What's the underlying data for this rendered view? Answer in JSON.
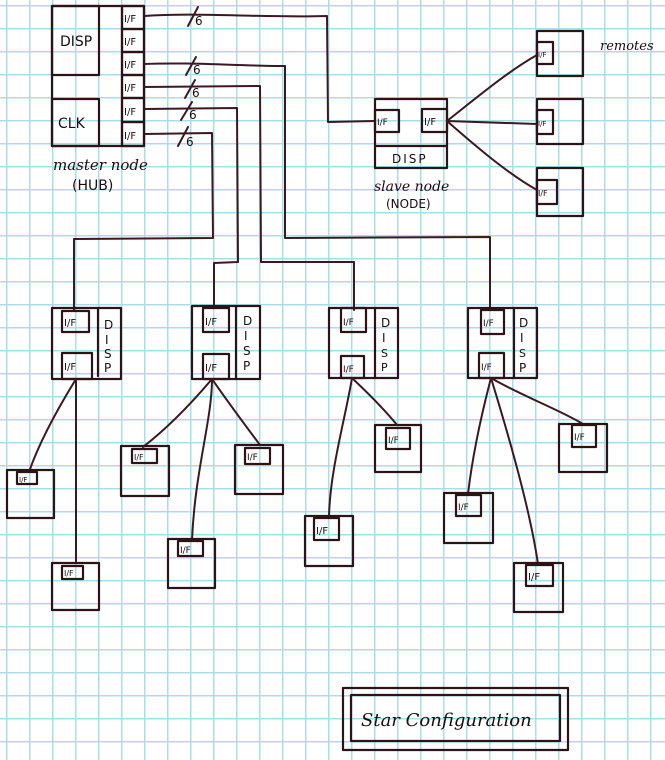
{
  "title": "Star Configuration",
  "labels": {
    "master_line1": "master node",
    "master_line2": "(HUB)",
    "slave_line1": "slave node",
    "slave_line2": "(NODE)",
    "remotes": "remotes"
  },
  "master_node": {
    "disp": "DISP",
    "clk": "CLK",
    "ports": [
      "I/F",
      "I/F",
      "I/F",
      "I/F",
      "I/F",
      "I/F"
    ]
  },
  "bus_width_marks": [
    "6",
    "6",
    "6",
    "6",
    "6"
  ],
  "slave_node": {
    "port_in": "I/F",
    "port_out": "I/F",
    "disp": "DISP"
  },
  "remote_devices": [
    {
      "port": "I/F"
    },
    {
      "port": "I/F"
    },
    {
      "port": "I/F"
    }
  ],
  "sub_nodes": [
    {
      "port_top": "I/F",
      "port_bottom": "I/F",
      "disp": [
        "D",
        "I",
        "S",
        "P"
      ],
      "leaves": [
        {
          "port": "I/F"
        },
        {
          "port": "I/F"
        }
      ]
    },
    {
      "port_top": "I/F",
      "port_bottom": "I/F",
      "disp": [
        "D",
        "I",
        "S",
        "P"
      ],
      "leaves": [
        {
          "port": "I/F"
        },
        {
          "port": "I/F"
        },
        {
          "port": "I/F"
        }
      ]
    },
    {
      "port_top": "I/F",
      "port_bottom": "I/F",
      "disp": [
        "D",
        "I",
        "S",
        "P"
      ],
      "leaves": [
        {
          "port": "I/F"
        },
        {
          "port": "I/F"
        }
      ]
    },
    {
      "port_top": "I/F",
      "port_bottom": "I/F",
      "disp": [
        "D",
        "I",
        "S",
        "P"
      ],
      "leaves": [
        {
          "port": "I/F"
        },
        {
          "port": "I/F"
        },
        {
          "port": "I/F"
        }
      ]
    }
  ],
  "colors": {
    "ink": "#2a1418",
    "grid": "#a9dde8",
    "paper": "#ffffff"
  }
}
